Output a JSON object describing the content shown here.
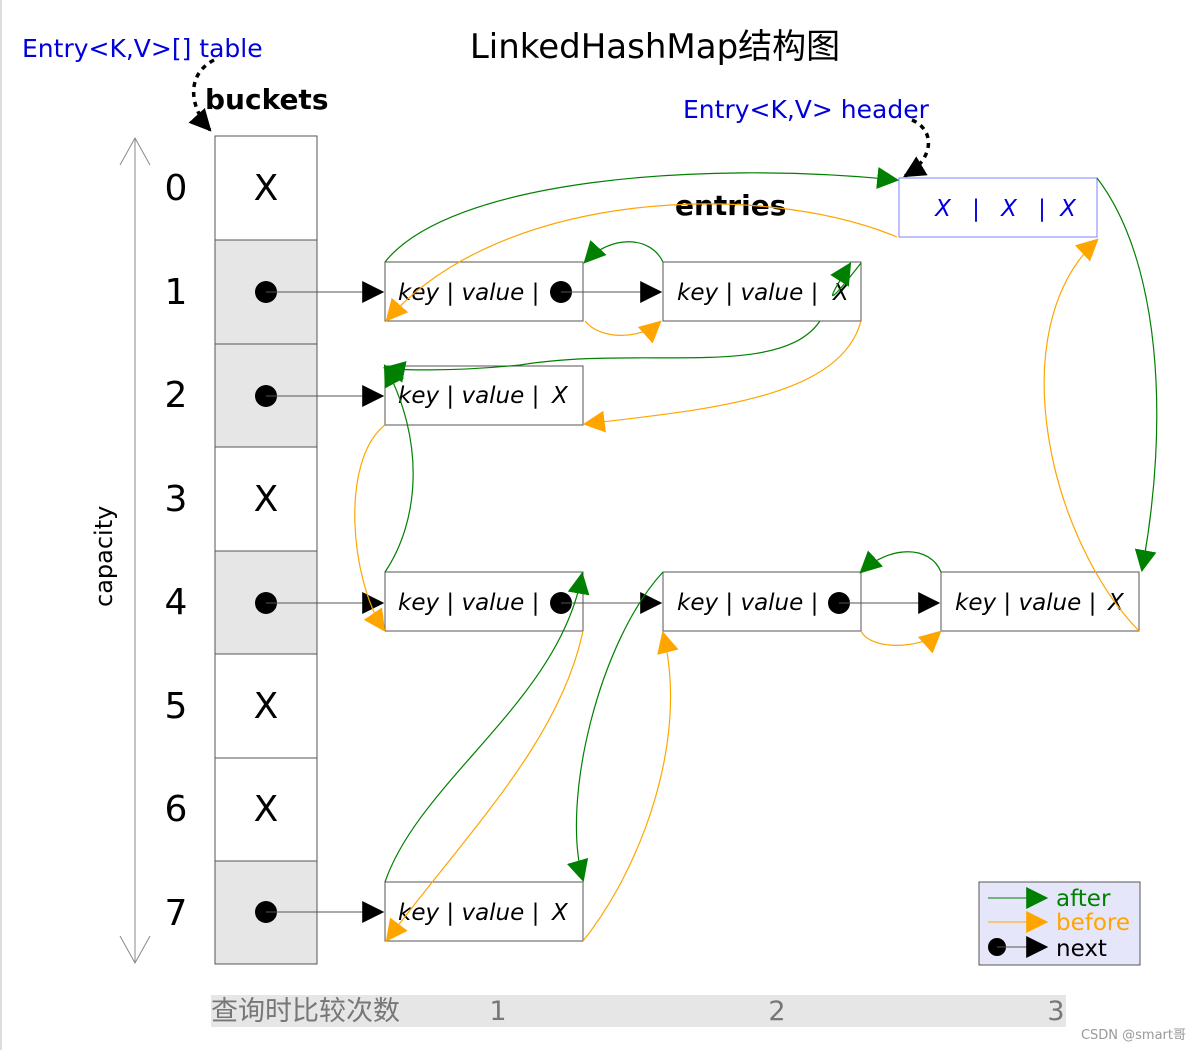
{
  "title": "LinkedHashMap结构图",
  "table_label": "Entry<K,V>[] table",
  "buckets_label": "buckets",
  "header_label": "Entry<K,V> header",
  "entries_label": "entries",
  "capacity_label": "capacity",
  "indices": [
    "0",
    "1",
    "2",
    "3",
    "4",
    "5",
    "6",
    "7"
  ],
  "empty_mark": "X",
  "entry_text": "key | value |",
  "header_box": [
    "X",
    "|",
    "X",
    "|",
    "X"
  ],
  "legend": {
    "after": "after",
    "before": "before",
    "next": "next"
  },
  "footer": {
    "label": "查询时比较次数",
    "steps": [
      "1",
      "2",
      "3"
    ]
  },
  "watermark": "CSDN @smart哥",
  "colors": {
    "after": "#008000",
    "before": "#ffa500",
    "header": "#0000dd",
    "shaded": "#e6e6e6",
    "legend_bg": "#e6e6fa"
  }
}
